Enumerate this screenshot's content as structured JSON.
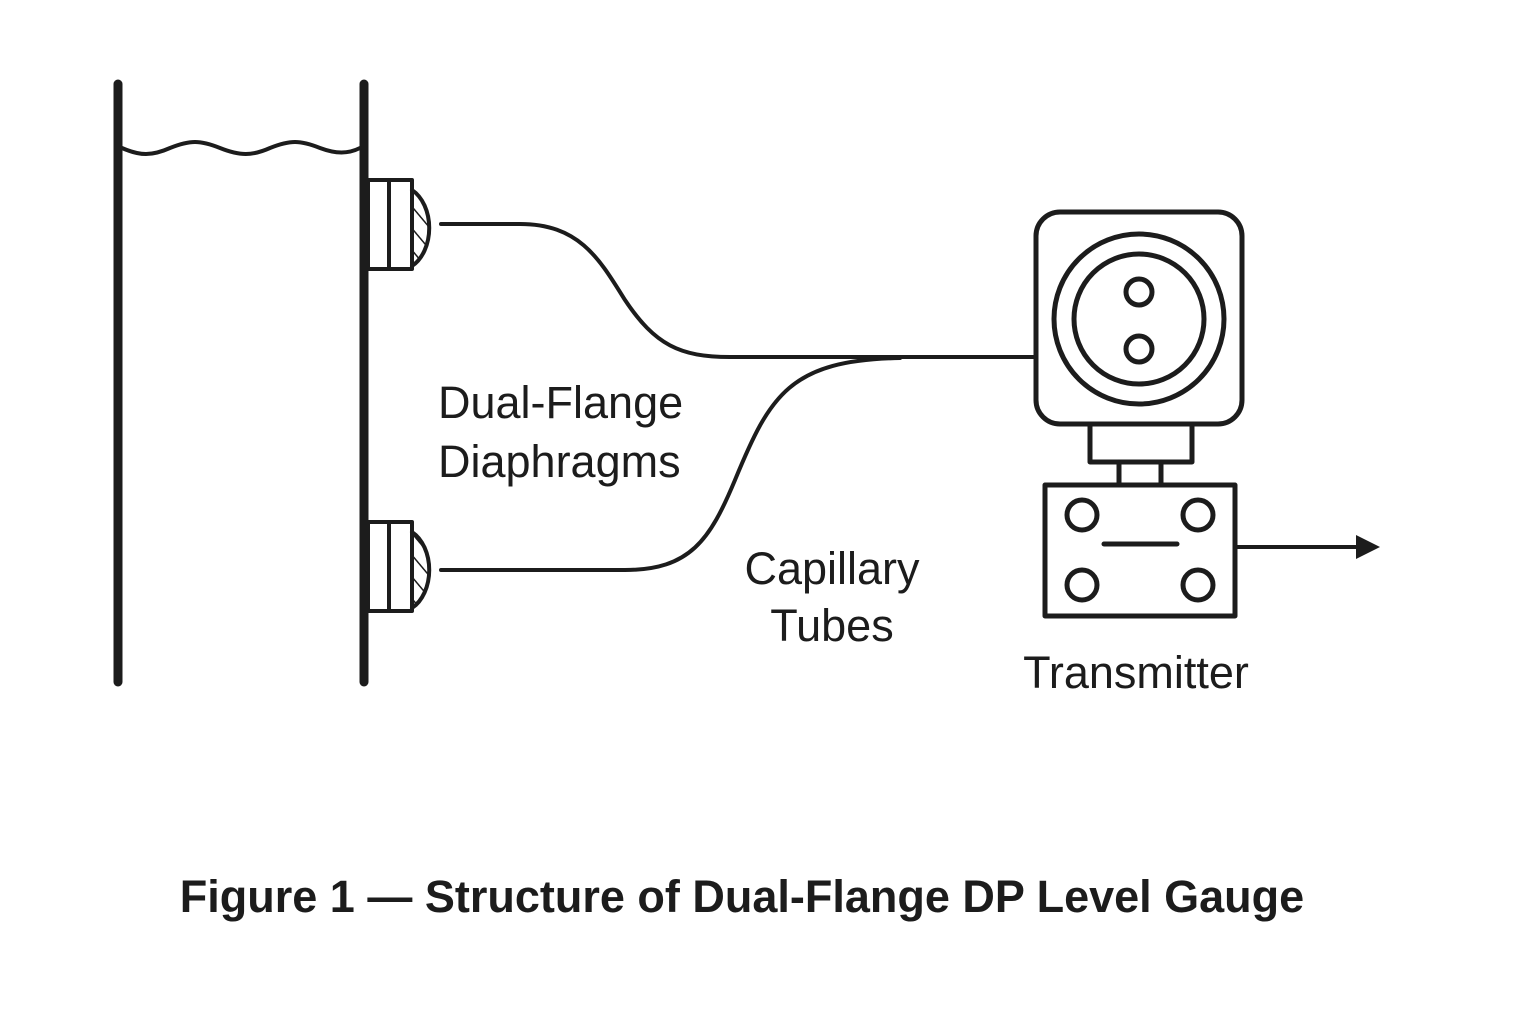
{
  "figure": {
    "caption": "Figure 1 — Structure of Dual-Flange DP Level Gauge",
    "labels": {
      "diaphragms_line1": "Dual-Flange",
      "diaphragms_line2": "Diaphragms",
      "capillary_line1": "Capillary",
      "capillary_line2": "Tubes",
      "transmitter": "Transmitter"
    },
    "components": [
      {
        "id": "tank",
        "name": "Tank with liquid level"
      },
      {
        "id": "upper-flange",
        "name": "Upper flange diaphragm"
      },
      {
        "id": "lower-flange",
        "name": "Lower flange diaphragm"
      },
      {
        "id": "capillary-upper",
        "name": "Upper capillary tube"
      },
      {
        "id": "capillary-lower",
        "name": "Lower capillary tube"
      },
      {
        "id": "transmitter",
        "name": "DP transmitter"
      },
      {
        "id": "output-signal",
        "name": "Output signal arrow"
      }
    ],
    "colors": {
      "line": "#1c1c1c",
      "background": "#ffffff"
    }
  }
}
